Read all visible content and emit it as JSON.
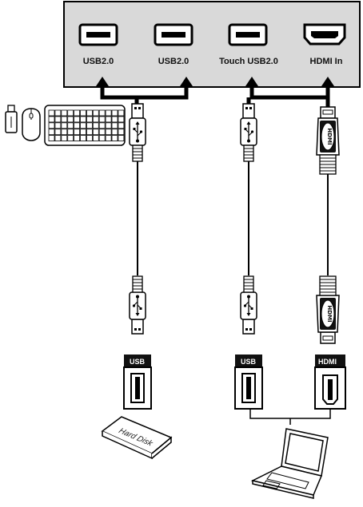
{
  "panel": {
    "ports": [
      {
        "label": "USB2.0"
      },
      {
        "label": "USB2.0"
      },
      {
        "label": "Touch USB2.0"
      },
      {
        "label": "HDMI In"
      }
    ]
  },
  "connectors": {
    "usb_tag": "USB",
    "hdmi_tag": "HDMI",
    "hdmi_logo": "HDMI"
  },
  "devices": {
    "hard_disk_label": "Hard Disk"
  },
  "colors": {
    "panel_fill": "#d9d9d9",
    "line": "#000000",
    "tag_fill": "#111111"
  }
}
